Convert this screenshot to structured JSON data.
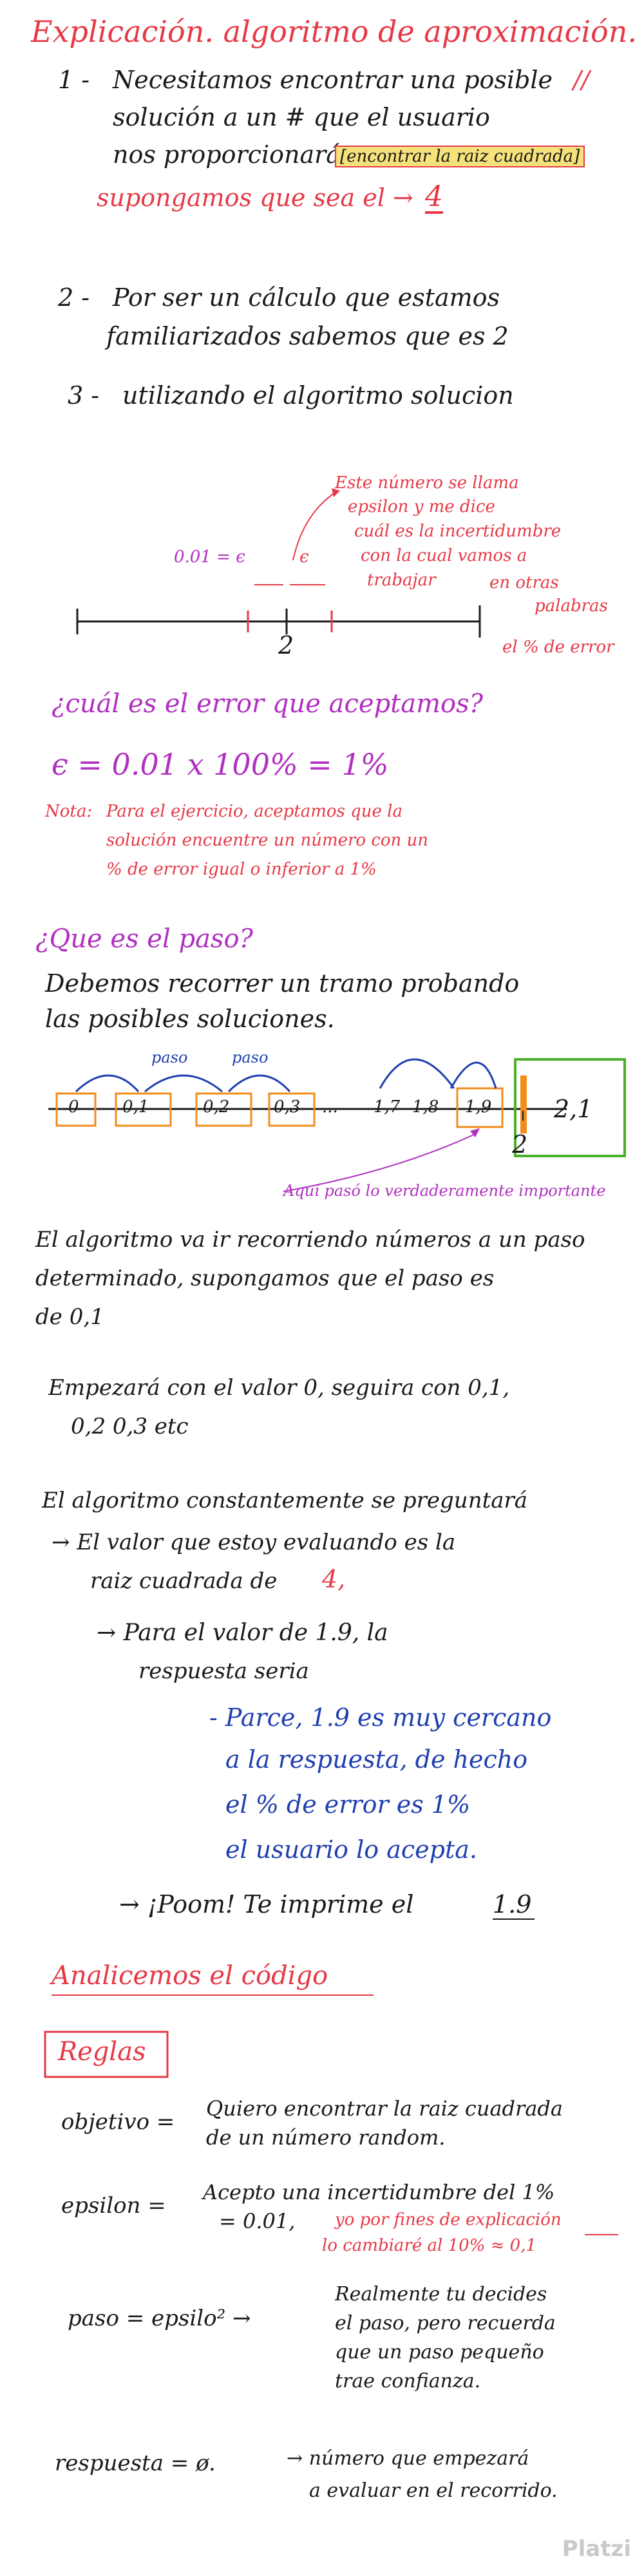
{
  "title": "Explicación. algoritmo de aproximación.",
  "step1": {
    "num": "1 -",
    "line1": "Necesitamos encontrar una posible",
    "line2": "solución a un # que el usuario",
    "line3": "nos proporcionará,",
    "highlight": "[encontrar la raiz cuadrada]",
    "suppose": "supongamos que sea el →",
    "value": "4",
    "mark": "//"
  },
  "step2": {
    "num": "2 -",
    "line1": "Por ser un cálculo que estamos",
    "line2": "familiarizados sabemos que es 2"
  },
  "step3": {
    "num": "3 -",
    "line1": "utilizando el algoritmo solucion"
  },
  "epsilon_diagram": {
    "note1": "Este número se llama",
    "note2": "epsilon y me dice",
    "note3": "cuál es la incertidumbre",
    "note4": "con la cual vamos a",
    "note5": "trabajar",
    "note6": "en otras",
    "note7": "palabras",
    "note8": "el % de error",
    "eq": "0.01 = ϵ",
    "eps": "ϵ",
    "center": "2"
  },
  "question_error": "¿cuál es el error que aceptamos?",
  "error_formula": "ϵ = 0.01 x 100% = 1%",
  "nota": {
    "label": "Nota:",
    "line1": "Para el ejercicio, aceptamos que la",
    "line2": "solución encuentre un número con un",
    "line3": "% de error igual o inferior a 1%"
  },
  "question_step": "¿Que es el paso?",
  "step_intro": {
    "line1": "Debemos recorrer un tramo probando",
    "line2": "las posibles soluciones."
  },
  "number_line": {
    "cells": [
      "0",
      "0,1",
      "0,2",
      "0,3",
      "...",
      "1,7",
      "1,8",
      "1,9",
      "2,1"
    ],
    "paso1": "paso",
    "paso2": "paso",
    "center": "2",
    "here": "Aquí pasó lo verdaderamente importante"
  },
  "algo_text": {
    "line1": "El algoritmo va ir recorriendo números a un paso",
    "line2": "determinado, supongamos que el paso es",
    "line3": "de 0,1",
    "line4": "Empezará con el valor 0, seguira con 0,1,",
    "line5": "0,2 0,3 etc"
  },
  "ask": {
    "line1": "El algoritmo constantemente se preguntará",
    "line2": "→ El valor que estoy evaluando es la",
    "line3": "raiz cuadrada de",
    "value": "4,",
    "line4": "→ Para el valor de 1.9, la",
    "line5": "respuesta seria",
    "blue1": "- Parce, 1.9 es muy cercano",
    "blue2": "a la respuesta, de hecho",
    "blue3": "el % de error es 1%",
    "blue4": "el usuario lo acepta.",
    "boom": "→ ¡Poom! Te imprime el",
    "boom_value": "1.9"
  },
  "code_title": "Analicemos el código",
  "rules_title": "Reglas",
  "rules": {
    "objetivo_label": "objetivo =",
    "objetivo_1": "Quiero encontrar la raiz cuadrada",
    "objetivo_2": "de un número random.",
    "epsilon_label": "epsilon =",
    "epsilon_1": "Acepto una incertidumbre del 1%",
    "epsilon_2": "= 0.01,",
    "epsilon_red1": "yo por fines de explicación",
    "epsilon_red2": "lo cambiaré al 10% ≈ 0,1",
    "paso_label": "paso = epsilo² →",
    "paso_1": "Realmente tu decides",
    "paso_2": "el paso, pero recuerda",
    "paso_3": "que un paso pequeño",
    "paso_4": "trae confianza.",
    "resp_label": "respuesta = ø.",
    "resp_1": "→ número que empezará",
    "resp_2": "a evaluar en el recorrido."
  },
  "watermark": "Platzi",
  "colors": {
    "red": "#e63946",
    "blue": "#1f3fb0",
    "purple": "#b030c0",
    "orange": "#f28c1a",
    "green": "#4caf2a",
    "highlight": "#f6e27a"
  }
}
